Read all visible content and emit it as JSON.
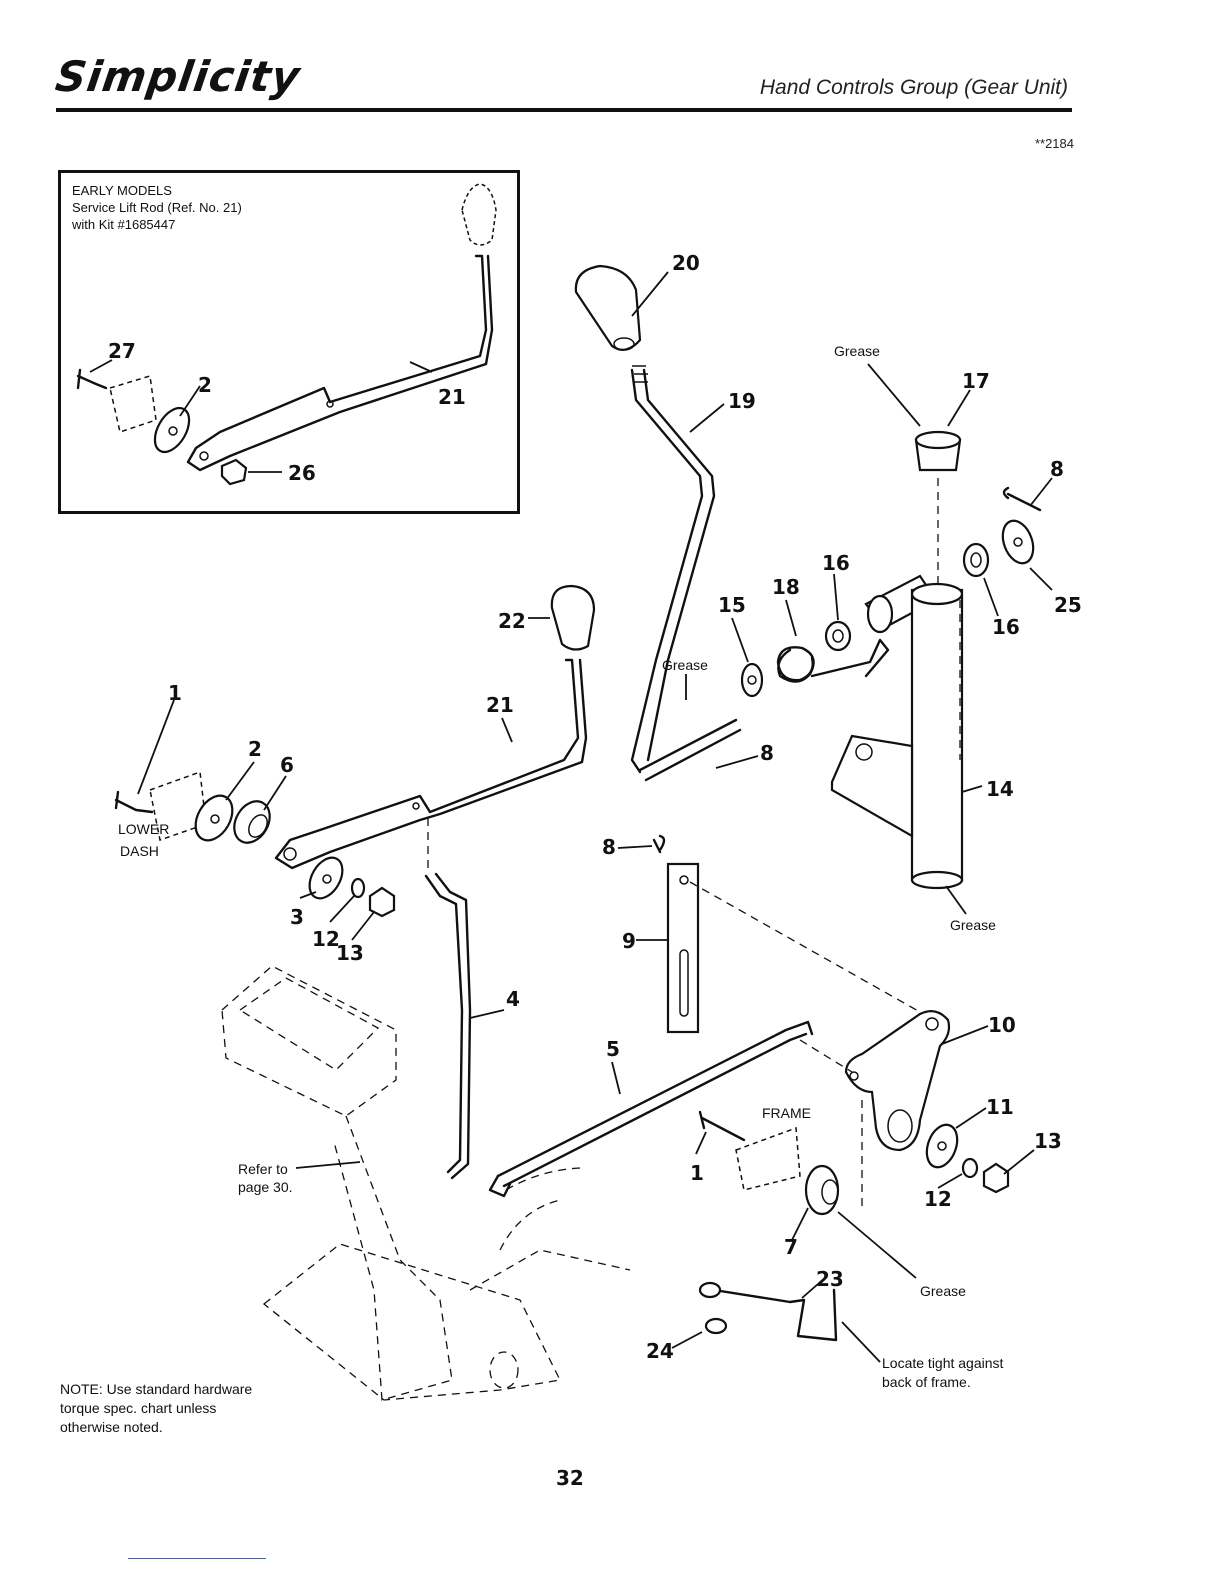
{
  "header": {
    "logo_text": "Simplicity",
    "title": "Hand Controls Group (Gear Unit)",
    "doc_code": "**2184"
  },
  "inset": {
    "line1": "EARLY MODELS",
    "line2": "Service Lift Rod (Ref. No. 21)",
    "line3": "with Kit #1685447",
    "callouts": [
      "27",
      "2",
      "21",
      "26"
    ]
  },
  "callouts": {
    "c1": "1",
    "c2": "2",
    "c3": "3",
    "c4": "4",
    "c5": "5",
    "c6": "6",
    "c7": "7",
    "c8a": "8",
    "c8b": "8",
    "c8c": "8",
    "c9": "9",
    "c10": "10",
    "c11": "11",
    "c12a": "12",
    "c12b": "12",
    "c13a": "13",
    "c13b": "13",
    "c14": "14",
    "c15": "15",
    "c16a": "16",
    "c16b": "16",
    "c17": "17",
    "c18": "18",
    "c19": "19",
    "c20": "20",
    "c21": "21",
    "c22": "22",
    "c23": "23",
    "c24": "24",
    "c25": "25",
    "c1b": "1"
  },
  "labels": {
    "grease": "Grease",
    "lower_dash_1": "LOWER",
    "lower_dash_2": "DASH",
    "frame": "FRAME"
  },
  "notes": {
    "refer_1": "Refer to",
    "refer_2": "page 30.",
    "standard_1": "NOTE: Use standard hardware",
    "standard_2": "torque spec. chart unless",
    "standard_3": "otherwise noted.",
    "locate_1": "Locate tight against",
    "locate_2": "back of frame."
  },
  "page_number": "32"
}
